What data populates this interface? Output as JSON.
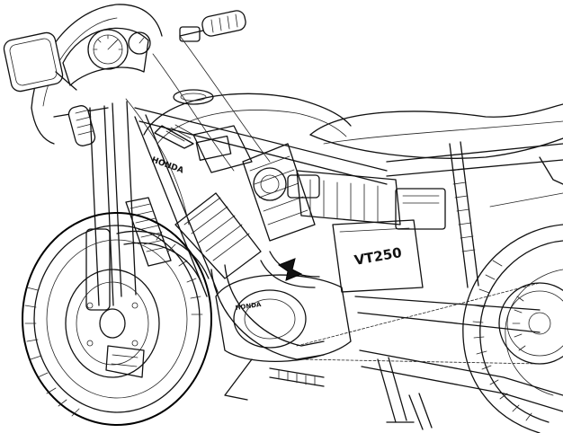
{
  "illustration": {
    "brand_marking": "HONDA",
    "model_badge": "VT250",
    "crankcase_marking": "HONDA"
  }
}
